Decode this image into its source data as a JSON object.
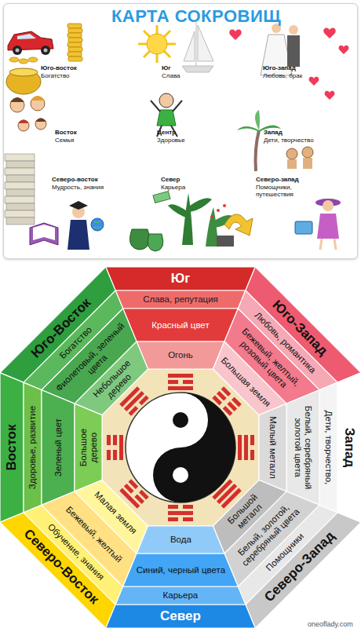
{
  "diagram": {
    "title": "КАРТА СОКРОВИЩ",
    "nodes": [
      {
        "text": [
          "Юг",
          "Слава, репутация",
          "Красный цвет",
          "Огонь"
        ]
      },
      {
        "text": [
          "Юго-Восток",
          "Богатство",
          "Фиолетовый, зеленый цвета",
          "Небольшое дерево"
        ]
      },
      {
        "text": [
          "Юго-Запад",
          "Любовь, романтика",
          "Бежевый, желтый, розовый цвета",
          "Большая земля"
        ]
      },
      {
        "text": [
          "Восток",
          "Здоровье, развитие",
          "Зеленый цвет",
          "Большое дерево"
        ]
      },
      {
        "text": [
          "Запад",
          "Дети, творчество,",
          "Белый, серебряный золотой цвета",
          "Малый металл"
        ]
      },
      {
        "text": [
          "Северо-Восток",
          "Обучение, знания",
          "Бежевый, желтый",
          "Малая земля"
        ]
      },
      {
        "text": [
          "Северо-Запад",
          "Помощники",
          "Белый, золотой, серебряный цвета",
          "Большой металл"
        ]
      },
      {
        "text": [
          "Север",
          "Карьера",
          "Синий, черный цвета",
          "Вода"
        ]
      }
    ],
    "labels": [
      "Юго-восток",
      "Богатство",
      "Юг",
      "Слава",
      "Юго-запад",
      "Любовь, брак",
      "Восток",
      "Семья",
      "Центр",
      "Здоровье",
      "Запад",
      "Дети, творчество",
      "Северо-восток",
      "Мудрость, знания",
      "Север",
      "Карьера",
      "Северо-запад",
      "Помощники, путешествия",
      "oneoflady.com"
    ]
  }
}
